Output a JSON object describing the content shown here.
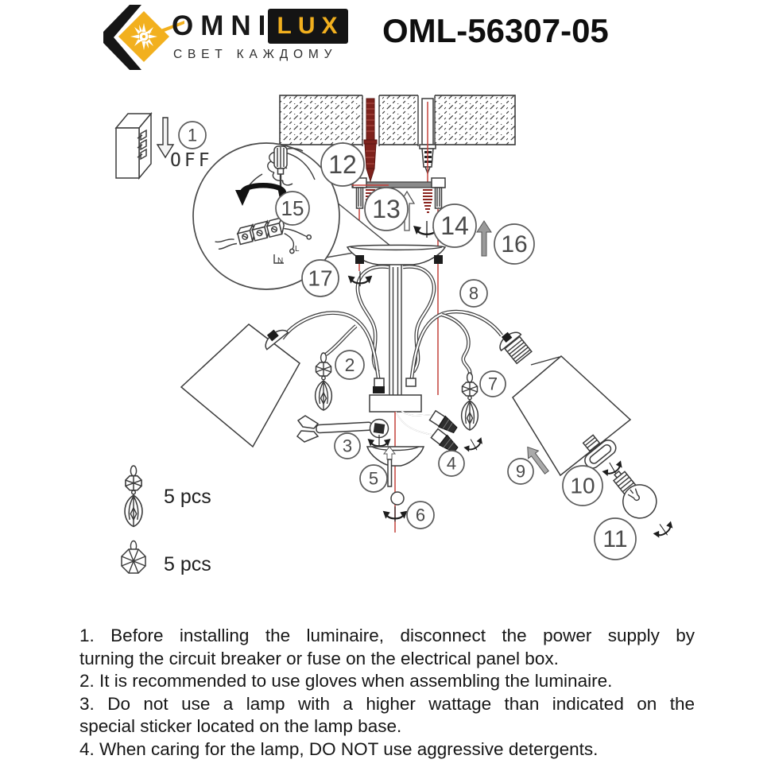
{
  "header": {
    "brand": {
      "icon": "omnilux-sunburst-diamond-logo",
      "word1": "OMNI",
      "word2": "LUX",
      "tagline": "СВЕТ КАЖДОМУ"
    },
    "model": "OML-56307-05"
  },
  "colors": {
    "brand_yellow": "#F2B01E",
    "line_gray": "#3b3b3b",
    "guide_red": "#C4423C",
    "anchor_dark_red": "#7E221C"
  },
  "diagram": {
    "off_label": "OFF",
    "wire_line_label": "L",
    "wire_neutral_label": "N",
    "callouts": [
      "1",
      "2",
      "3",
      "4",
      "5",
      "6",
      "7",
      "8",
      "9",
      "10",
      "11",
      "12",
      "13",
      "14",
      "15",
      "16",
      "17"
    ],
    "legend": [
      {
        "item": "crystal-drop-pendant",
        "qty": "5 pcs"
      },
      {
        "item": "crystal-octagon-bead",
        "qty": "5 pcs"
      }
    ]
  },
  "instructions": {
    "lines": [
      {
        "text": "1.  Before  installing  the  luminaire,  disconnect  the  power  supply  by",
        "justify": true
      },
      {
        "text": "turning the circuit breaker or fuse on the electrical panel box.",
        "justify": false
      },
      {
        "text": "2. It is recommended to use gloves when assembling the luminaire.",
        "justify": false
      },
      {
        "text": "3.  Do  not  use  a  lamp  with  a  higher  wattage  than  indicated  on  the",
        "justify": true
      },
      {
        "text": "special sticker located on the lamp base.",
        "justify": false
      },
      {
        "text": "4. When caring for the lamp, DO NOT use aggressive  detergents.",
        "justify": false
      }
    ]
  }
}
